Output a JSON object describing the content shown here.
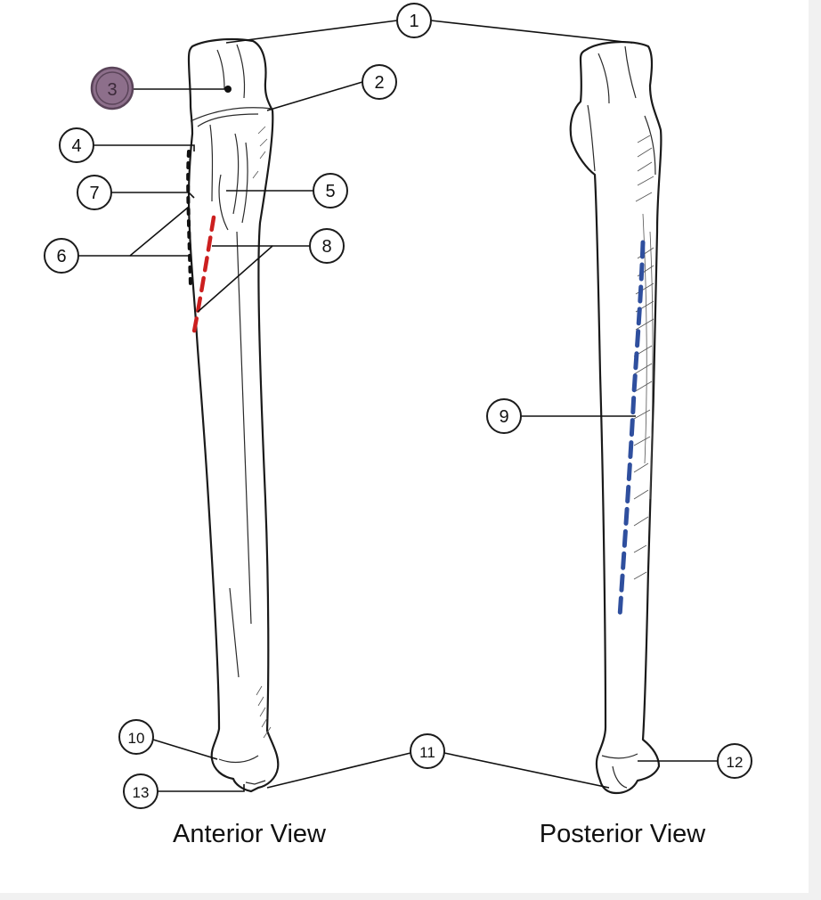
{
  "captions": {
    "anterior": "Anterior View",
    "posterior": "Posterior View"
  },
  "callouts": [
    "1",
    "2",
    "3",
    "4",
    "5",
    "6",
    "7",
    "8",
    "9",
    "10",
    "11",
    "12",
    "13"
  ],
  "highlighted_callout": "3",
  "colors": {
    "highlight_fill": "#8d6f8b",
    "red_dashes": "#cc1f1f",
    "blue_dashes": "#2f4f9e"
  }
}
